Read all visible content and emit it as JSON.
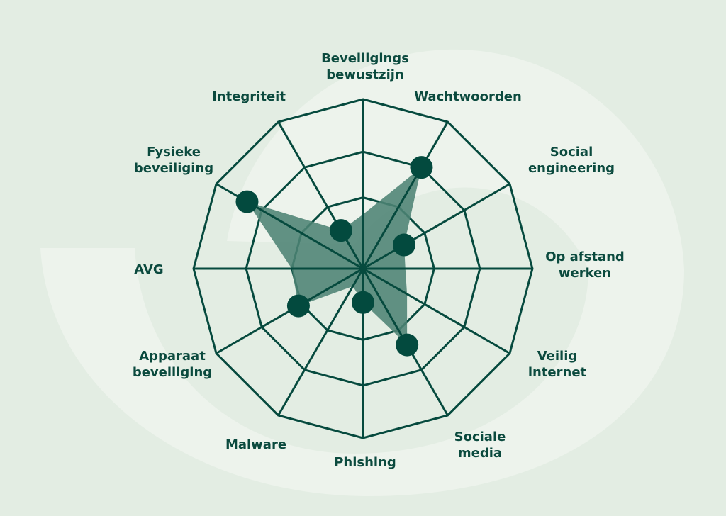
{
  "colors": {
    "background": "#e3ede3",
    "swoosh": "#edf3ec",
    "grid": "#064a3e",
    "fill": "#4d8374",
    "dot": "#034a3e",
    "text": "#0b4a3e"
  },
  "chart_data": {
    "type": "radar",
    "title": "",
    "scale_max": 100,
    "rings": [
      42,
      69,
      100
    ],
    "axes": [
      {
        "label": [
          "Beveiligings",
          "bewustzijn"
        ],
        "value": 32,
        "marker": false
      },
      {
        "label": [
          "Wachtwoorden"
        ],
        "value": 69,
        "marker": true
      },
      {
        "label": [
          "Social",
          "engineering"
        ],
        "value": 28,
        "marker": true
      },
      {
        "label": [
          "Op afstand",
          "werken"
        ],
        "value": 25,
        "marker": false
      },
      {
        "label": [
          "Veilig",
          "internet"
        ],
        "value": 30,
        "marker": false
      },
      {
        "label": [
          "Sociale",
          "media"
        ],
        "value": 52,
        "marker": true
      },
      {
        "label": [
          "Phishing"
        ],
        "value": 20,
        "marker": true
      },
      {
        "label": [
          "Malware"
        ],
        "value": 12,
        "marker": false
      },
      {
        "label": [
          "Apparaat",
          "beveiliging"
        ],
        "value": 44,
        "marker": true
      },
      {
        "label": [
          "AVG"
        ],
        "value": 42,
        "marker": false
      },
      {
        "label": [
          "Fysieke",
          "beveiliging"
        ],
        "value": 79,
        "marker": true
      },
      {
        "label": [
          "Integriteit"
        ],
        "value": 26,
        "marker": true
      }
    ]
  }
}
